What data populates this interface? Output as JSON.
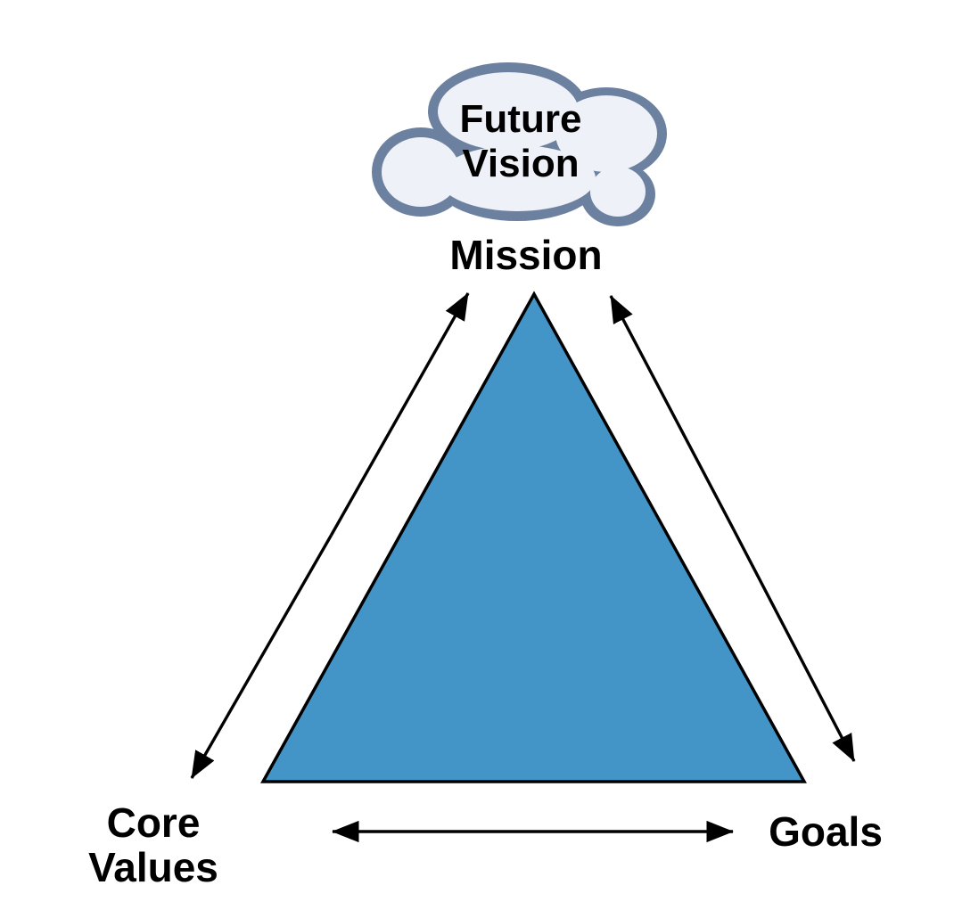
{
  "cloud": {
    "line1": "Future",
    "line2": "Vision"
  },
  "labels": {
    "mission": "Mission",
    "core_values_line1": "Core",
    "core_values_line2": "Values",
    "goals": "Goals"
  },
  "colors": {
    "background": "#FFFFFF",
    "triangle_fill": "#4495C7",
    "cloud_border": "#6C80A0",
    "cloud_fill": "#EEF1F8",
    "line_color": "#000000",
    "text_color": "#000000"
  }
}
